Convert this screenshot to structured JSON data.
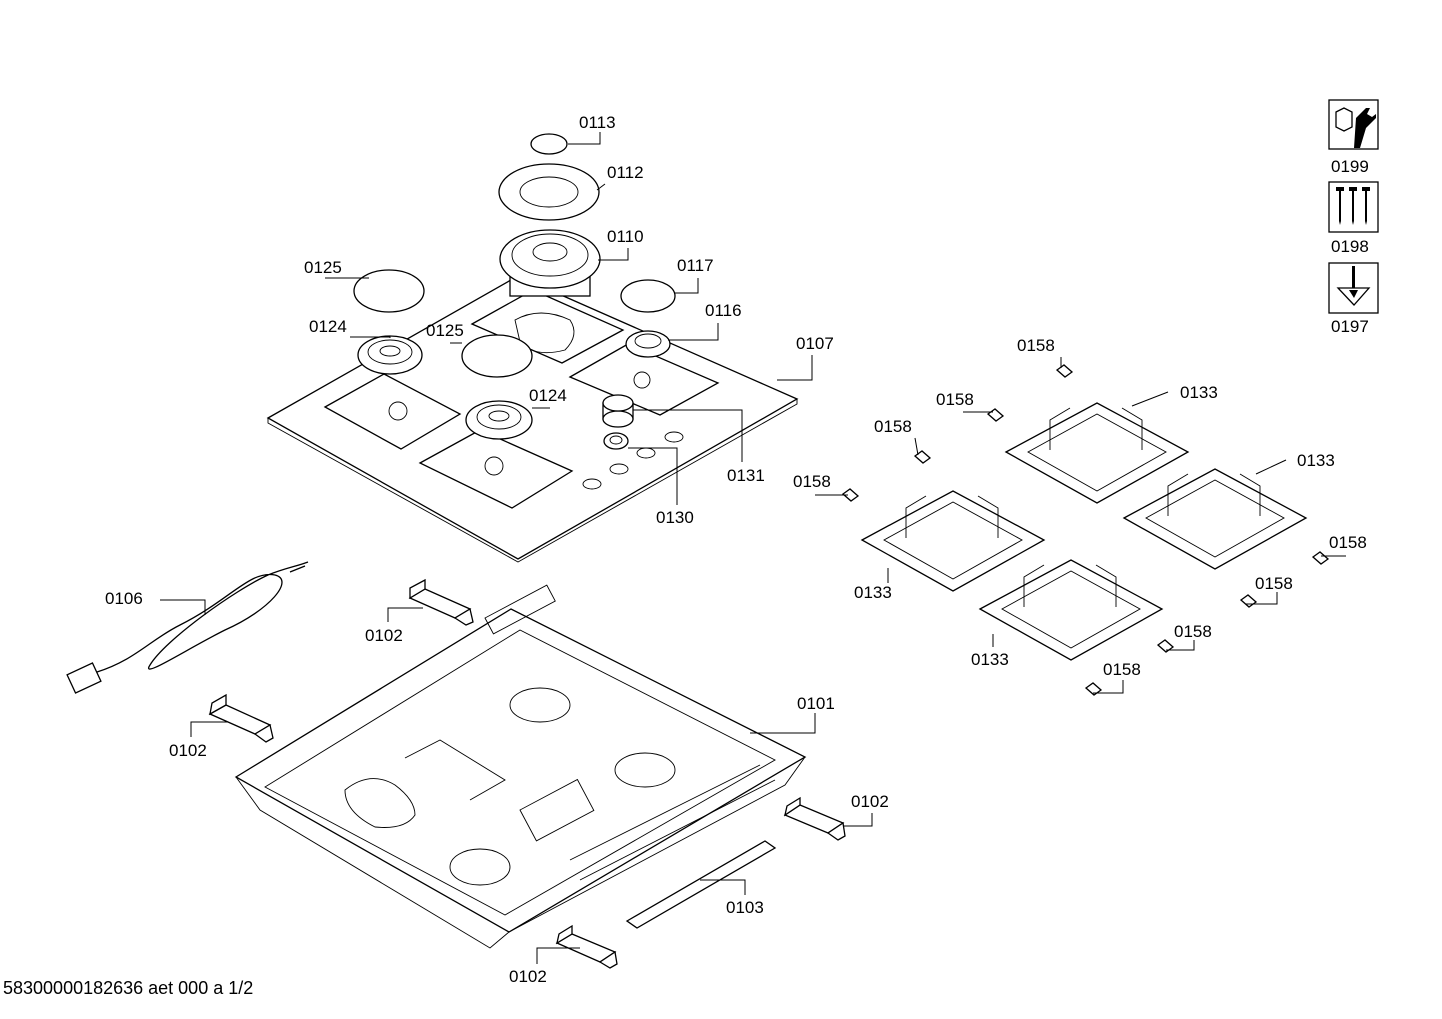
{
  "labels": {
    "p0113": "0113",
    "p0112": "0112",
    "p0110": "0110",
    "p0117": "0117",
    "p0125a": "0125",
    "p0125b": "0125",
    "p0124a": "0124",
    "p0124b": "0124",
    "p0116": "0116",
    "p0107": "0107",
    "p0131": "0131",
    "p0130": "0130",
    "p0106": "0106",
    "p0102a": "0102",
    "p0102b": "0102",
    "p0102c": "0102",
    "p0102d": "0102",
    "p0101": "0101",
    "p0103": "0103",
    "p0133a": "0133",
    "p0133b": "0133",
    "p0133c": "0133",
    "p0133d": "0133",
    "p0158a": "0158",
    "p0158b": "0158",
    "p0158c": "0158",
    "p0158d": "0158",
    "p0158e": "0158",
    "p0158f": "0158",
    "p0158g": "0158",
    "p0199": "0199",
    "p0198": "0198",
    "p0197": "0197"
  },
  "icons": {
    "i0199": "wrench-nut-icon",
    "i0198": "screws-icon",
    "i0197": "screwdriver-icon"
  },
  "footer": "58300000182636 aet 000 a 1/2"
}
